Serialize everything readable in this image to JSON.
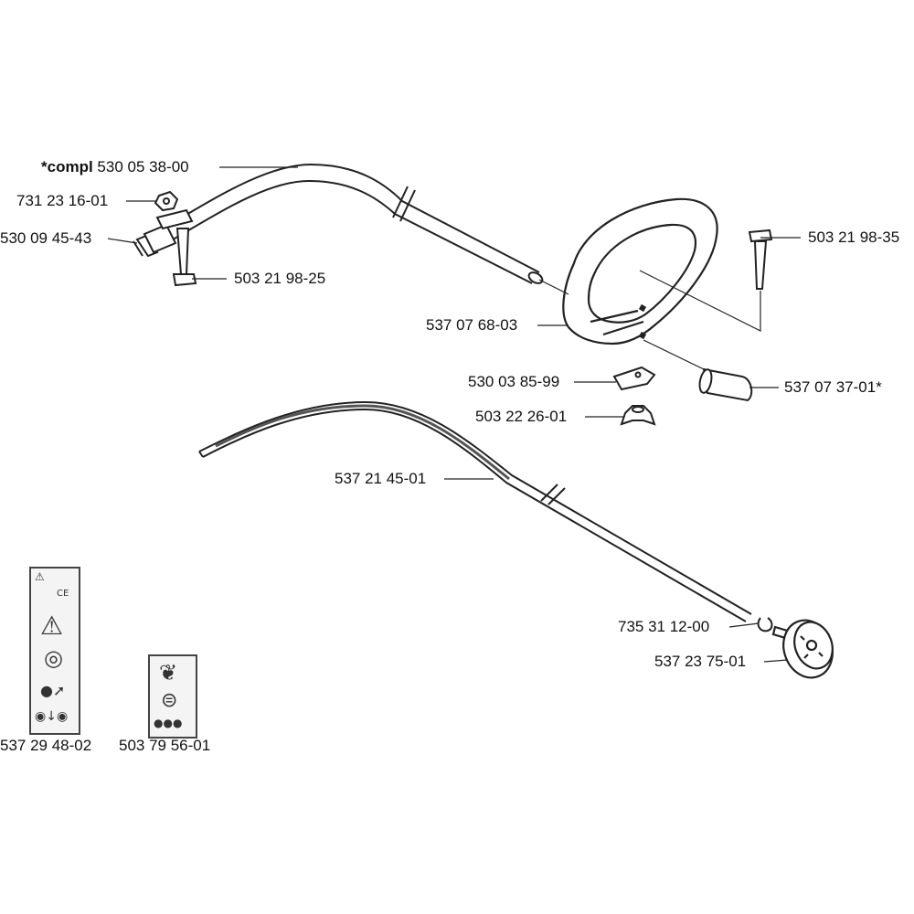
{
  "parts": {
    "handle_tube_compl_prefix": "*compl",
    "handle_tube_compl": "530 05 38-00",
    "nut_top": "731 23 16-01",
    "spacer_left": "530 09 45-43",
    "screw_left": "503 21 98-25",
    "screw_right": "503 21 98-35",
    "loop_handle": "537 07 68-03",
    "clamp": "530 03 85-99",
    "wing_nut": "503 22 26-01",
    "sleeve": "537 07 37-01*",
    "drive_shaft": "537 21 45-01",
    "circlip": "735 31 12-00",
    "drive_disc": "537 23 75-01",
    "decal_large": "537 29 48-02",
    "decal_small": "503 79 56-01"
  }
}
